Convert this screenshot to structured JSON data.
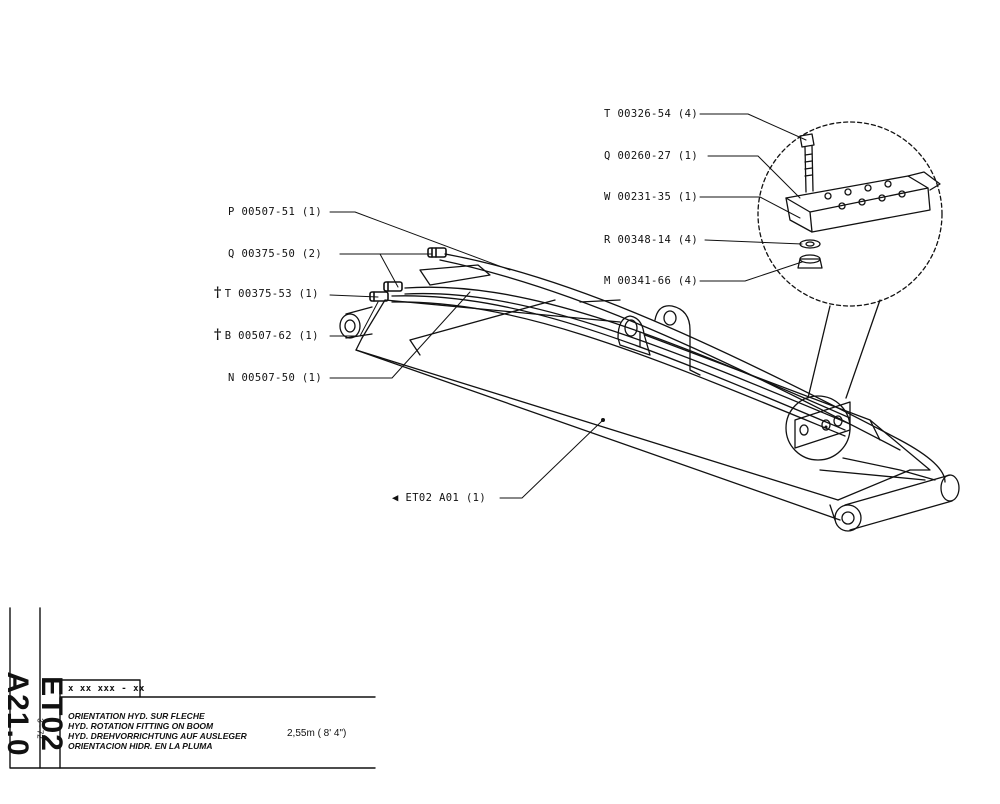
{
  "callouts": {
    "t_00326_54": "T 00326-54 (4)",
    "q_00260_27": "Q 00260-27 (1)",
    "w_00231_35": "W 00231-35 (1)",
    "r_00348_14": "R 00348-14 (4)",
    "m_00341_66": "M 00341-66 (4)",
    "p_00507_51": "P 00507-51 (1)",
    "q_00375_50": "Q 00375-50 (2)",
    "t_00375_53": "T 00375-53 (1)",
    "b_00507_62": "B 00507-62 (1)",
    "n_00507_50": "N 00507-50 (1)",
    "et02_a01": "ET02  A01  (1)"
  },
  "markers": {
    "dagger": "†",
    "ref_arrow": "◀"
  },
  "title_block": {
    "sheet_code": "ET02 A21.0",
    "date": "3 - 72",
    "reference": "x xx xxx - xx",
    "line_fr": "ORIENTATION HYD. SUR FLECHE",
    "line_en": "HYD. ROTATION FITTING ON BOOM",
    "line_de": "HYD. DREHVORRICHTUNG AUF AUSLEGER",
    "line_es": "ORIENTACION HIDR. EN LA PLUMA",
    "size": "2,55m ( 8' 4\")"
  }
}
